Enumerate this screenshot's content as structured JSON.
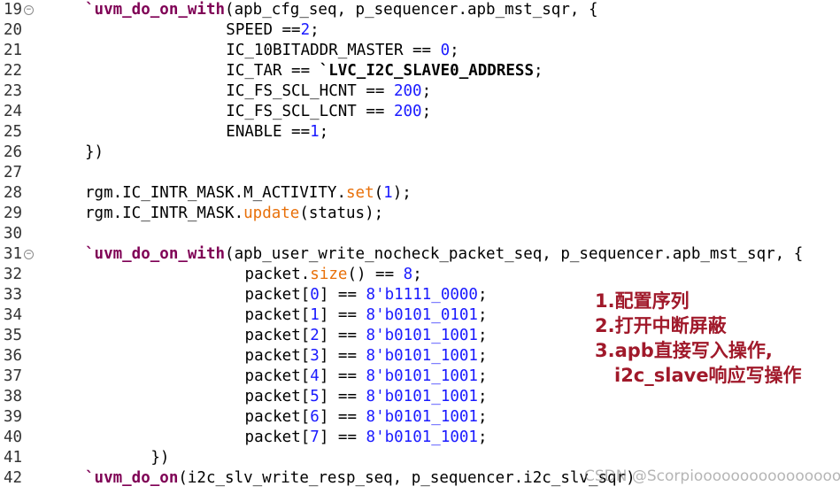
{
  "lines": [
    {
      "n": "19",
      "fold": true,
      "indent": 0,
      "parts": [
        [
          "macro",
          "`uvm_do_on_with"
        ],
        [
          "t",
          "(apb_cfg_seq, p_sequencer.apb_mst_sqr, {"
        ]
      ]
    },
    {
      "n": "20",
      "fold": false,
      "indent": 15,
      "parts": [
        [
          "t",
          "SPEED =="
        ],
        [
          "num",
          "2"
        ],
        [
          "t",
          ";"
        ]
      ]
    },
    {
      "n": "21",
      "fold": false,
      "indent": 15,
      "parts": [
        [
          "t",
          "IC_10BITADDR_MASTER == "
        ],
        [
          "num",
          "0"
        ],
        [
          "t",
          ";"
        ]
      ]
    },
    {
      "n": "22",
      "fold": false,
      "indent": 15,
      "parts": [
        [
          "t",
          "IC_TAR == "
        ],
        [
          "define",
          "`LVC_I2C_SLAVE0_ADDRESS"
        ],
        [
          "t",
          ";"
        ]
      ]
    },
    {
      "n": "23",
      "fold": false,
      "indent": 15,
      "parts": [
        [
          "t",
          "IC_FS_SCL_HCNT == "
        ],
        [
          "num",
          "200"
        ],
        [
          "t",
          ";"
        ]
      ]
    },
    {
      "n": "24",
      "fold": false,
      "indent": 15,
      "parts": [
        [
          "t",
          "IC_FS_SCL_LCNT == "
        ],
        [
          "num",
          "200"
        ],
        [
          "t",
          ";"
        ]
      ]
    },
    {
      "n": "25",
      "fold": false,
      "indent": 15,
      "parts": [
        [
          "t",
          "ENABLE =="
        ],
        [
          "num",
          "1"
        ],
        [
          "t",
          ";"
        ]
      ]
    },
    {
      "n": "26",
      "fold": false,
      "indent": 0,
      "parts": [
        [
          "t",
          "})"
        ]
      ]
    },
    {
      "n": "27",
      "fold": false,
      "indent": 0,
      "parts": []
    },
    {
      "n": "28",
      "fold": false,
      "indent": 0,
      "parts": [
        [
          "t",
          "rgm.IC_INTR_MASK.M_ACTIVITY."
        ],
        [
          "method",
          "set"
        ],
        [
          "t",
          "("
        ],
        [
          "num",
          "1"
        ],
        [
          "t",
          ");"
        ]
      ]
    },
    {
      "n": "29",
      "fold": false,
      "indent": 0,
      "parts": [
        [
          "t",
          "rgm.IC_INTR_MASK."
        ],
        [
          "method",
          "update"
        ],
        [
          "t",
          "(status);"
        ]
      ]
    },
    {
      "n": "30",
      "fold": false,
      "indent": 0,
      "parts": []
    },
    {
      "n": "31",
      "fold": true,
      "indent": 0,
      "parts": [
        [
          "macro",
          "`uvm_do_on_with"
        ],
        [
          "t",
          "(apb_user_write_nocheck_packet_seq, p_sequencer.apb_mst_sqr, {"
        ]
      ]
    },
    {
      "n": "32",
      "fold": false,
      "indent": 17,
      "parts": [
        [
          "t",
          "packet."
        ],
        [
          "method",
          "size"
        ],
        [
          "t",
          "() == "
        ],
        [
          "num",
          "8"
        ],
        [
          "t",
          ";"
        ]
      ]
    },
    {
      "n": "33",
      "fold": false,
      "indent": 17,
      "parts": [
        [
          "t",
          "packet["
        ],
        [
          "num",
          "0"
        ],
        [
          "t",
          "] == "
        ],
        [
          "num",
          "8'b1111_0000"
        ],
        [
          "t",
          ";"
        ]
      ]
    },
    {
      "n": "34",
      "fold": false,
      "indent": 17,
      "parts": [
        [
          "t",
          "packet["
        ],
        [
          "num",
          "1"
        ],
        [
          "t",
          "] == "
        ],
        [
          "num",
          "8'b0101_0101"
        ],
        [
          "t",
          ";"
        ]
      ]
    },
    {
      "n": "35",
      "fold": false,
      "indent": 17,
      "parts": [
        [
          "t",
          "packet["
        ],
        [
          "num",
          "2"
        ],
        [
          "t",
          "] == "
        ],
        [
          "num",
          "8'b0101_1001"
        ],
        [
          "t",
          ";"
        ]
      ]
    },
    {
      "n": "36",
      "fold": false,
      "indent": 17,
      "parts": [
        [
          "t",
          "packet["
        ],
        [
          "num",
          "3"
        ],
        [
          "t",
          "] == "
        ],
        [
          "num",
          "8'b0101_1001"
        ],
        [
          "t",
          ";"
        ]
      ]
    },
    {
      "n": "37",
      "fold": false,
      "indent": 17,
      "parts": [
        [
          "t",
          "packet["
        ],
        [
          "num",
          "4"
        ],
        [
          "t",
          "] == "
        ],
        [
          "num",
          "8'b0101_1001"
        ],
        [
          "t",
          ";"
        ]
      ]
    },
    {
      "n": "38",
      "fold": false,
      "indent": 17,
      "parts": [
        [
          "t",
          "packet["
        ],
        [
          "num",
          "5"
        ],
        [
          "t",
          "] == "
        ],
        [
          "num",
          "8'b0101_1001"
        ],
        [
          "t",
          ";"
        ]
      ]
    },
    {
      "n": "39",
      "fold": false,
      "indent": 17,
      "parts": [
        [
          "t",
          "packet["
        ],
        [
          "num",
          "6"
        ],
        [
          "t",
          "] == "
        ],
        [
          "num",
          "8'b0101_1001"
        ],
        [
          "t",
          ";"
        ]
      ]
    },
    {
      "n": "40",
      "fold": false,
      "indent": 17,
      "parts": [
        [
          "t",
          "packet["
        ],
        [
          "num",
          "7"
        ],
        [
          "t",
          "] == "
        ],
        [
          "num",
          "8'b0101_1001"
        ],
        [
          "t",
          ";"
        ]
      ]
    },
    {
      "n": "41",
      "fold": false,
      "indent": 7,
      "parts": [
        [
          "t",
          "})"
        ]
      ]
    },
    {
      "n": "42",
      "fold": false,
      "indent": 0,
      "parts": [
        [
          "macro",
          "`uvm_do_on"
        ],
        [
          "t",
          "(i2c_slv_write_resp_seq, p_sequencer.i2c_slv_sqr)"
        ]
      ]
    }
  ],
  "annotations": {
    "note1": "1.配置序列",
    "note2": "2.打开中断屏蔽",
    "note3": "3.apb直接写入操作,",
    "note4": "i2c_slave响应写操作"
  },
  "watermark": "CSDN @Scorpioooooooooooooooo",
  "colors": {
    "macro": "#7f0055",
    "number": "#1a1aff",
    "method": "#e8700a",
    "annotation": "#a0192a"
  }
}
